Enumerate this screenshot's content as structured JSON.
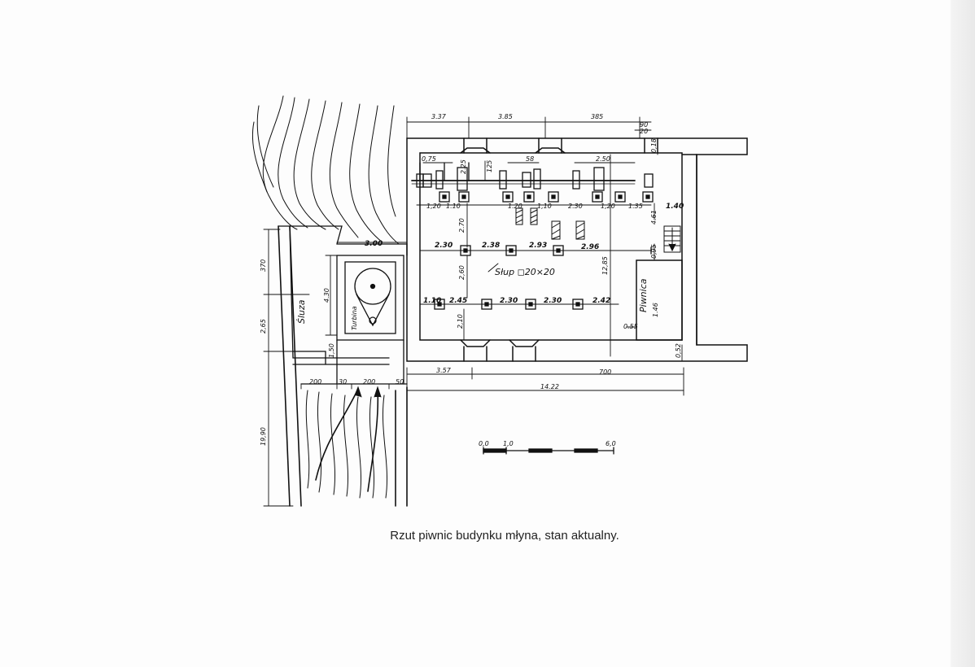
{
  "caption": "Rzut piwnic budynku młyna, stan aktualny.",
  "labels": {
    "sluza": "Śluza",
    "turbina": "Turbina",
    "slup": "Słup ◻20×20",
    "piwnica": "Piwnica"
  },
  "scale_bar": {
    "ticks": [
      "0,0",
      "1,0",
      "6,0"
    ]
  },
  "dimensions": {
    "top_337": "3.37",
    "top_385a": "3.85",
    "top_385b": "385",
    "top_90": "90",
    "top_20": "20",
    "top_018": "0,18",
    "d_075": "0,75",
    "d_225": "2.25",
    "d_125": "125",
    "d_58": "58",
    "d_250": "2.50",
    "d_120a": "1,20",
    "d_110a": "1.10",
    "d_120b": "1.20",
    "d_110b": "1,10",
    "d_230a": "2.30",
    "d_120c": "1,20",
    "d_135": "1.35",
    "d_140": "1.40",
    "d_461": "4.61",
    "d_270": "2.70",
    "d_300": "3.00",
    "d_370": "370",
    "d_430": "4.30",
    "d_265": "2,65",
    "d_150": "1,50",
    "d_1990": "19,90",
    "r_230": "2.30",
    "r_238": "2.38",
    "r_293": "2.93",
    "r_296": "2.96",
    "d_260": "2,60",
    "d_1285": "12,85",
    "d_095": "0,95",
    "r_110": "1.10",
    "r_245": "2.45",
    "r_230b": "2.30",
    "r_230c": "2.30",
    "r_242": "2.42",
    "d_210": "2,10",
    "d_146": "1.46",
    "d_055": "0.55",
    "d_052": "0,52",
    "b_200a": "200",
    "b_30": "30",
    "b_200b": "200",
    "b_50": "50",
    "b_357": "3.57",
    "b_700": "700",
    "b_1422": "14.22"
  }
}
